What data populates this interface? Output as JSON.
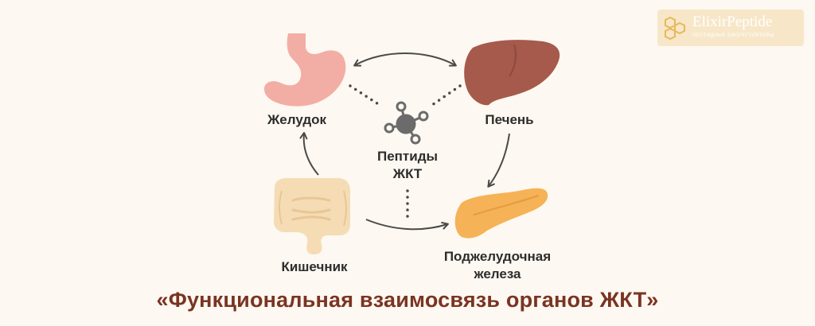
{
  "logo": {
    "brand": "ElixirPeptide",
    "tagline": "ПЕПТИДНЫЕ БИОРЕГУЛЯТОРЫ"
  },
  "nodes": {
    "stomach": "Желудок",
    "liver": "Печень",
    "center_line1": "Пептиды",
    "center_line2": "ЖКТ",
    "intestine": "Кишечник",
    "pancreas_line1": "Поджелудочная",
    "pancreas_line2": "железа"
  },
  "caption": "«Функциональная взаимосвязь органов ЖКТ»",
  "colors": {
    "background": "#fdf8f1",
    "stomach": "#f2aea4",
    "liver": "#a65a4b",
    "pancreas": "#f6b256",
    "intestine": "#f5dcb4",
    "arrows": "#4a4a4a",
    "molecule": "#6b6b6b",
    "caption": "#7a3422",
    "logo": "#f7e7c8"
  }
}
